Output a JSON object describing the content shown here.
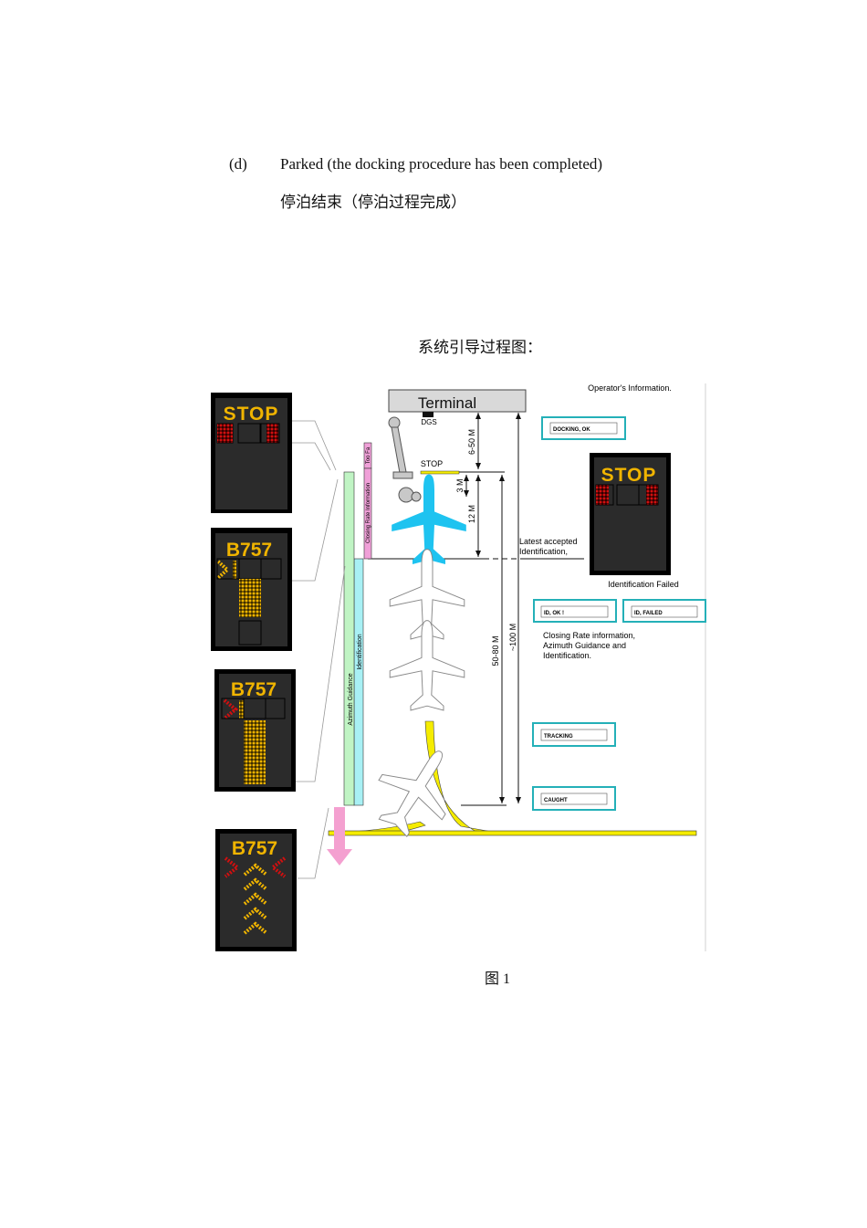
{
  "doc": {
    "item_marker": "(d)",
    "item_text_en": "Parked (the docking procedure has been completed)",
    "item_text_zh": "停泊结束（停泊过程完成）",
    "figure_heading": "系统引导过程图：",
    "figure_caption": "图 1"
  },
  "diagram": {
    "terminal": "Terminal",
    "dgs": "DGS",
    "stop_line": "STOP",
    "operator_info": "Operator's Information.",
    "status_docking_ok": "DOCKING, OK",
    "status_id_ok": "ID, OK !",
    "status_id_failed": "ID, FAILED",
    "status_tracking": "TRACKING",
    "status_caught": "CAUGHT",
    "latest_accepted_1": "Latest accepted",
    "latest_accepted_2": "Identification,",
    "identification_failed": "Identification Failed",
    "closing_rate_1": "Closing Rate information,",
    "closing_rate_2": "Azimuth Guidance and",
    "closing_rate_3": "Identification.",
    "bar_too_far": "Too Fa",
    "bar_closing_rate": "Closing Rate Information",
    "bar_identification": "Identification",
    "bar_azimuth": "Azimuth Guidance",
    "dim_6_50": "6-50 M",
    "dim_3": "3 M",
    "dim_12": "12 M",
    "dim_50_80": "50-80 M",
    "dim_100": "~100 M",
    "display_stop": "STOP",
    "display_aircraft": "B757"
  },
  "colors": {
    "display_bg": "#2b2b2b",
    "led_amber": "#f0b400",
    "led_red": "#d01010",
    "aircraft_blue": "#1ec3f0",
    "taxi_yellow": "#f5ec00",
    "status_border": "#24b0b8",
    "closing_bar": "#f0a0d8",
    "ident_bar": "#a8f0f4",
    "azimuth_bar": "#c0f4c4",
    "arrow_pink": "#f4a0d0"
  }
}
